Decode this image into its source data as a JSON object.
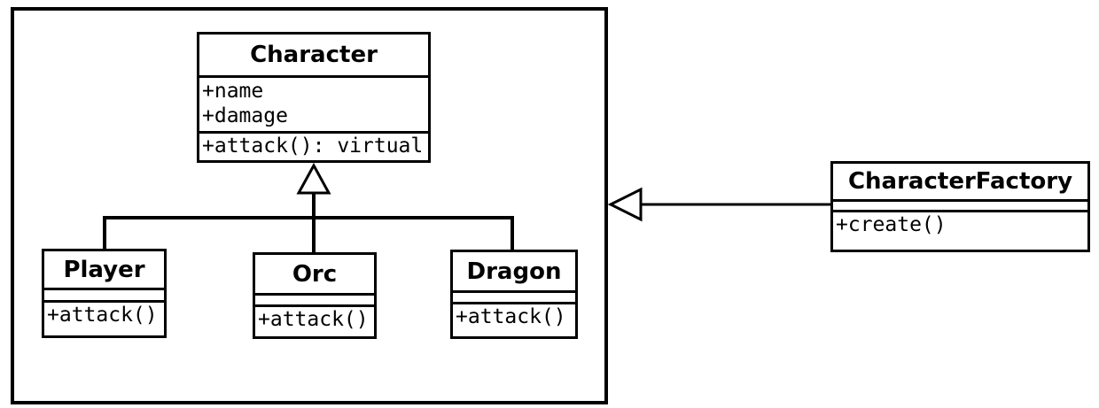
{
  "diagram": {
    "kind": "uml-class-diagram",
    "colors": {
      "line": "#000000",
      "background": "#ffffff",
      "box_fill": "#ffffff",
      "text": "#000000"
    },
    "classes": [
      {
        "id": "character",
        "name": "Character",
        "attributes": [
          "+name",
          "+damage"
        ],
        "methods": [
          "+attack(): virtual"
        ]
      },
      {
        "id": "player",
        "name": "Player",
        "attributes": [],
        "methods": [
          "+attack()"
        ]
      },
      {
        "id": "orc",
        "name": "Orc",
        "attributes": [],
        "methods": [
          "+attack()"
        ]
      },
      {
        "id": "dragon",
        "name": "Dragon",
        "attributes": [],
        "methods": [
          "+attack()"
        ]
      },
      {
        "id": "character-factory",
        "name": "CharacterFactory",
        "attributes": [],
        "methods": [
          "+create()"
        ]
      }
    ],
    "relationships": [
      {
        "type": "generalization",
        "from": [
          "Player",
          "Orc",
          "Dragon"
        ],
        "to": "Character",
        "arrowhead": "hollow-triangle-up"
      },
      {
        "type": "generalization",
        "from": "CharacterFactory",
        "to": "character-group-boundary",
        "arrowhead": "hollow-triangle-left"
      }
    ],
    "group": {
      "description": "boundary box enclosing Character hierarchy"
    }
  }
}
